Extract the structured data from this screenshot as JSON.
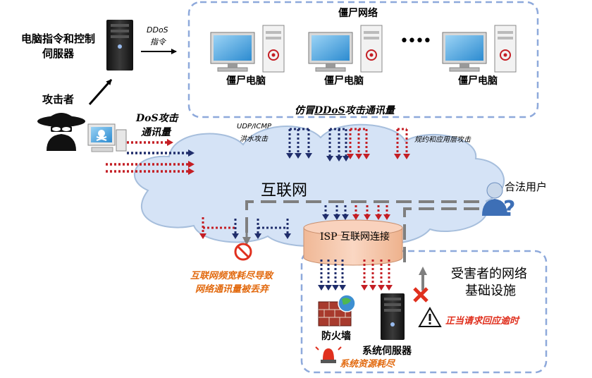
{
  "botnet": {
    "title": "僵尸网络",
    "zombie_label": "僵尸电脑",
    "zombie_count_visible": 3,
    "ellipsis": "••••",
    "spoof_caption_pre": "仿冒",
    "spoof_caption_em": "DDoS",
    "spoof_caption_post": "攻击通讯量"
  },
  "c2": {
    "label_line1": "电脑指令和控制",
    "label_line2": "伺服器"
  },
  "ddos_cmd": {
    "line1": "DDoS",
    "line2": "指令"
  },
  "attacker": {
    "label": "攻击者"
  },
  "attack_traffic": {
    "line1": "DoS攻击",
    "line2": "通讯量"
  },
  "udp_flood": {
    "line1": "UDP/ICMP",
    "line2": "洪水攻击"
  },
  "app_attack": {
    "label": "规约和应用层攻击"
  },
  "internet": {
    "label": "互联网"
  },
  "legit_user": {
    "label": "合法用户"
  },
  "isp": {
    "label": "ISP 互联网连接"
  },
  "bandwidth_exhaust": {
    "line1": "互联网频宽耗尽导致",
    "line2": "网络通讯量被丢弃"
  },
  "victim": {
    "line1": "受害者的网络",
    "line2": "基础设施"
  },
  "firewall": {
    "label": "防火墙"
  },
  "server": {
    "label": "系统伺服器"
  },
  "timeout": {
    "label": "正当请求回应逾时"
  },
  "resource_exhaust": {
    "label": "系统资源耗尽"
  },
  "colors": {
    "attack_red": "#c41e24",
    "attack_navy": "#1f2d6b",
    "legit_gray": "#7f7f7f",
    "box_border": "#8ea9db",
    "cloud_fill": "#d5e3f6",
    "cloud_stroke": "#a6bedc",
    "isp_fill": "#f4c7ad",
    "note_orange": "#e26a0f"
  }
}
